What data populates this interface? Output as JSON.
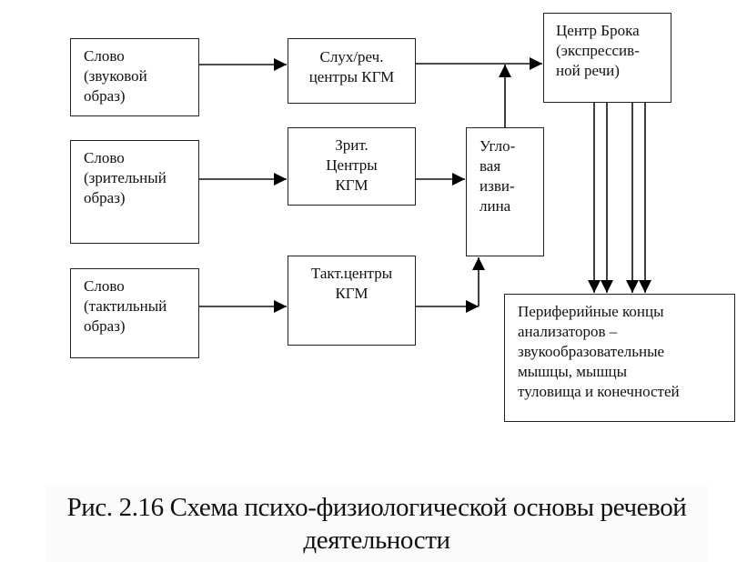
{
  "diagram": {
    "nodes": {
      "word_sound": {
        "label": "Слово\n(звуковой\nобраз)"
      },
      "word_visual": {
        "label": "Слово\n(зрительный\nобраз)"
      },
      "word_tactile": {
        "label": "Слово\n(тактильный\nобраз)"
      },
      "auditory_centers": {
        "label": "Слух/реч.\nцентры КГМ"
      },
      "visual_centers": {
        "label": "Зрит.\nЦентры\nКГМ"
      },
      "tactile_centers": {
        "label": "Такт.центры\nКГМ"
      },
      "angular_gyrus": {
        "label": "Угло-\nвая\nизви-\nлина"
      },
      "broca_center": {
        "label": "Центр Брока\n(экспрессив-\nной речи)"
      },
      "peripheral_ends": {
        "label": "Периферийные концы\nанализаторов –\nзвукообразовательные\nмышцы, мышцы\nтуловища и конечностей"
      }
    },
    "edges": [
      {
        "from": "word_sound",
        "to": "auditory_centers"
      },
      {
        "from": "word_visual",
        "to": "visual_centers"
      },
      {
        "from": "word_tactile",
        "to": "tactile_centers"
      },
      {
        "from": "auditory_centers",
        "to": "broca_center"
      },
      {
        "from": "visual_centers",
        "to": "angular_gyrus"
      },
      {
        "from": "tactile_centers",
        "to": "angular_gyrus"
      },
      {
        "from": "angular_gyrus",
        "to": "broca_center"
      },
      {
        "from": "broca_center",
        "to": "peripheral_ends",
        "count": 4
      }
    ]
  },
  "caption": "Рис. 2.16 Схема психо-физиологической основы речевой деятельности"
}
